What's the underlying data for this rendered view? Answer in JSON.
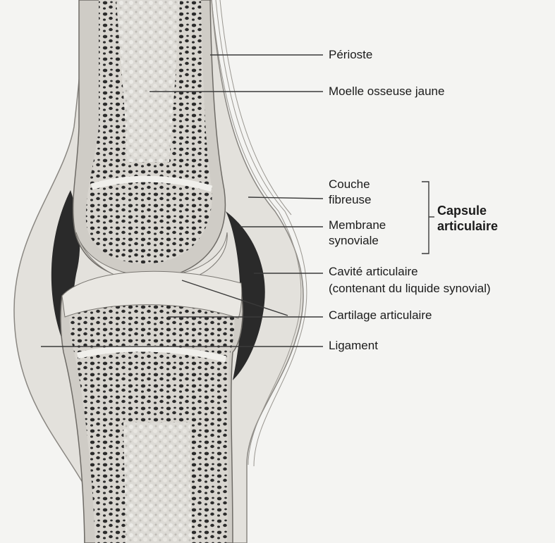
{
  "labels": {
    "periosteum": "Périoste",
    "yellow_marrow": "Moelle osseuse jaune",
    "fibrous_layer_line1": "Couche",
    "fibrous_layer_line2": "fibreuse",
    "synovial_membrane_line1": "Membrane",
    "synovial_membrane_line2": "synoviale",
    "capsule_line1": "Capsule",
    "capsule_line2": "articulaire",
    "joint_cavity_line1": "Cavité articulaire",
    "joint_cavity_line2": "(contenant du liquide synovial)",
    "articular_cartilage": "Cartilage articulaire",
    "ligament": "Ligament"
  },
  "colors": {
    "line": "#3a3a3a",
    "bone_shaft": "#c9c6c0",
    "spongy": "#d8d5cf",
    "cavity": "#2a2a2a",
    "cartilage": "#e6e4df",
    "capsule": "#d0cdc7"
  }
}
